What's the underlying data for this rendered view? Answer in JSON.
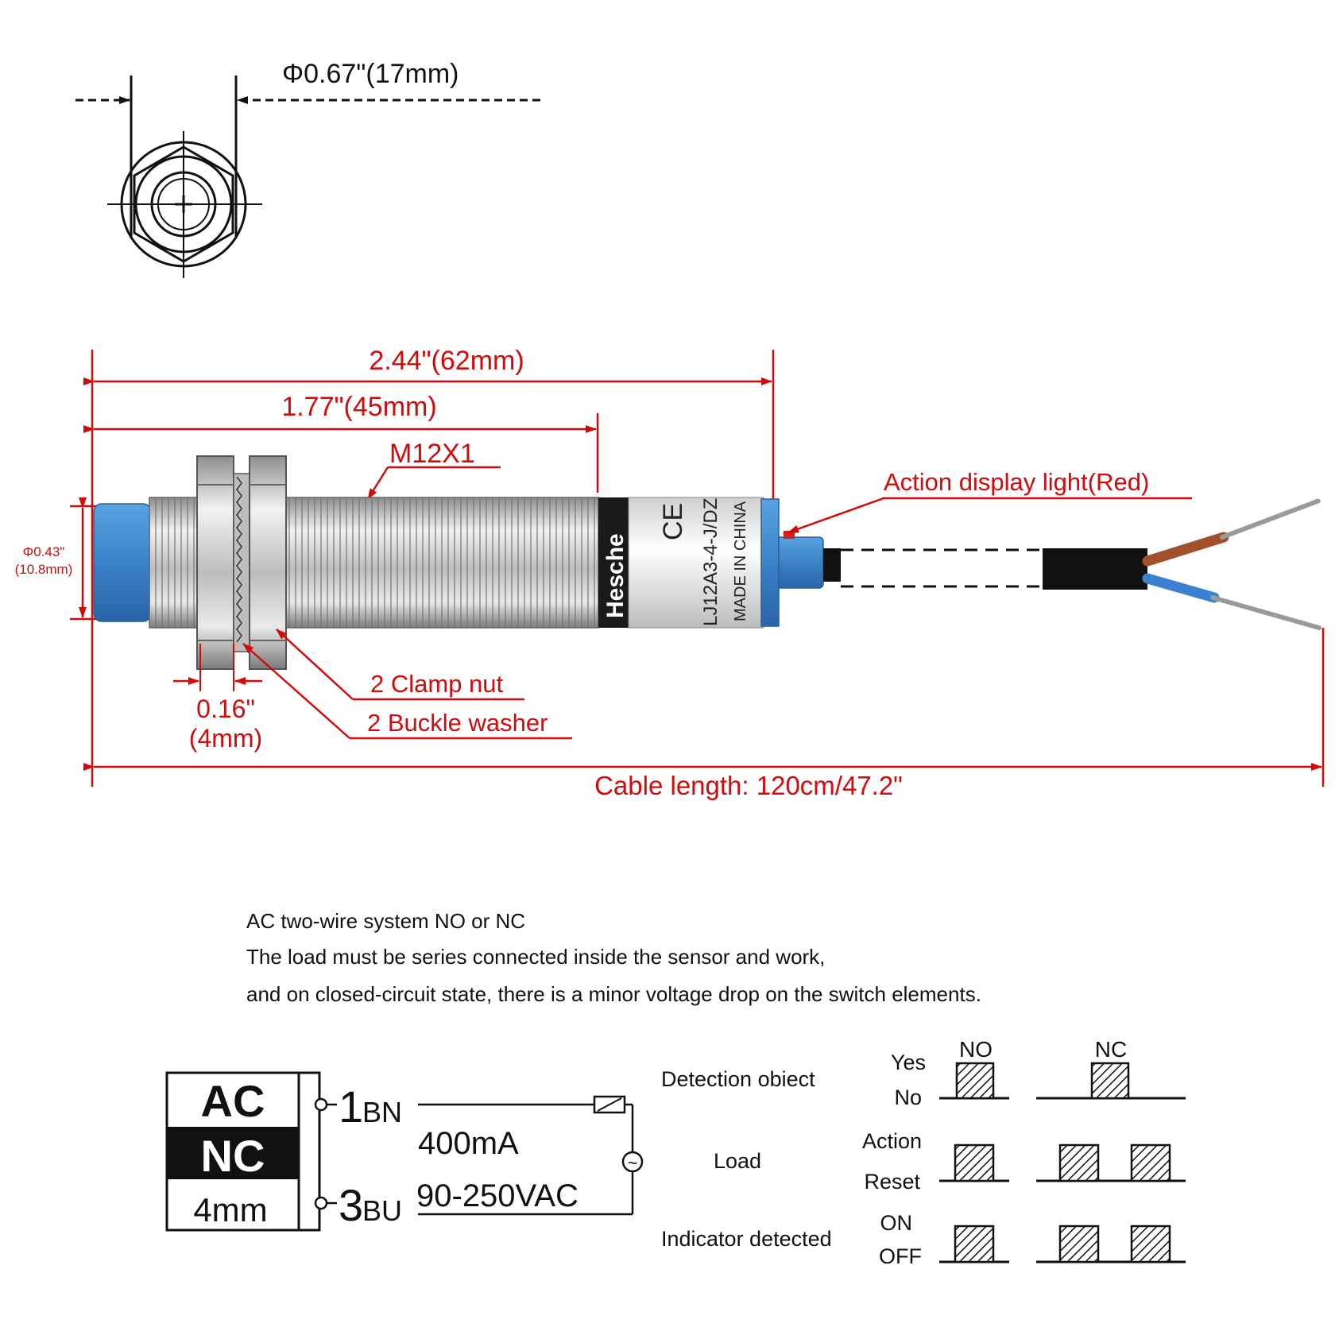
{
  "top_view": {
    "diameter_label": "Φ0.67\"(17mm)"
  },
  "side_view": {
    "overall_length": "2.44\"(62mm)",
    "thread_length": "1.77\"(45mm)",
    "thread_spec": "M12X1",
    "action_light": "Action display light(Red)",
    "diameter_line1": "Φ0.43\"",
    "diameter_line2": "(10.8mm)",
    "clamp_nut": "2 Clamp nut",
    "buckle_washer": "2 Buckle washer",
    "nut_width_line1": "0.16\"",
    "nut_width_line2": "(4mm)",
    "cable_length": "Cable length: 120cm/47.2\"",
    "body_brand": "Hesche",
    "body_model": "LJ12A3-4-J/DZ",
    "body_origin": "MADE IN CHINA",
    "body_ce": "CE"
  },
  "description": {
    "line1": "AC two-wire system NO or NC",
    "line2": "The load must be series connected inside the sensor and work,",
    "line3": "and on closed-circuit state, there is a minor voltage drop on the switch elements."
  },
  "wiring": {
    "box_top": "AC",
    "box_mid": "NC",
    "box_bottom": "4mm",
    "pin1_num": "1",
    "pin1_code": "BN",
    "pin3_num": "3",
    "pin3_code": "BU",
    "current": "400mA",
    "voltage": "90-250VAC",
    "ac_symbol": "~"
  },
  "timing": {
    "col_no": "NO",
    "col_nc": "NC",
    "rows": [
      {
        "label": "Detection obiect",
        "upper": "Yes",
        "lower": "No"
      },
      {
        "label": "Load",
        "upper": "Action",
        "lower": "Reset"
      },
      {
        "label": "Indicator detected",
        "upper": "ON",
        "lower": "OFF"
      }
    ]
  },
  "colors": {
    "dimension": "#d10a0a",
    "sensor_cap": "#3b82c9",
    "ink": "#111111"
  }
}
